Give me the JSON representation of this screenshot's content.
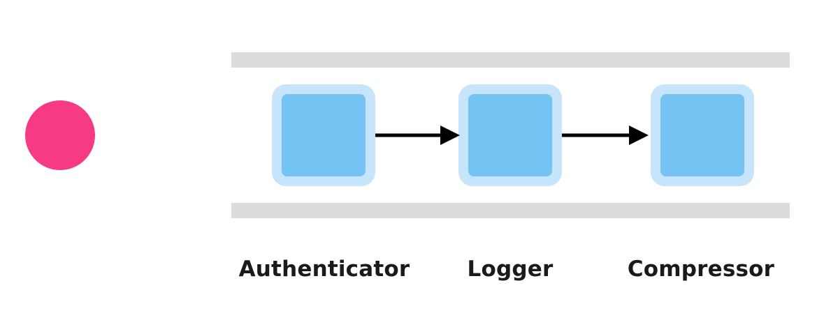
{
  "diagram": {
    "nodes": [
      {
        "id": "authenticator",
        "label": "Authenticator"
      },
      {
        "id": "logger",
        "label": "Logger"
      },
      {
        "id": "compressor",
        "label": "Compressor"
      }
    ],
    "edges": [
      {
        "from": "authenticator",
        "to": "logger"
      },
      {
        "from": "logger",
        "to": "compressor"
      }
    ]
  },
  "colors": {
    "request_dot": "#f63b84",
    "rail": "#dcdcdc",
    "node_outer": "#c6e4fa",
    "node_inner": "#74c3f3",
    "arrow": "#000000",
    "label_text": "#1a1a1a"
  }
}
